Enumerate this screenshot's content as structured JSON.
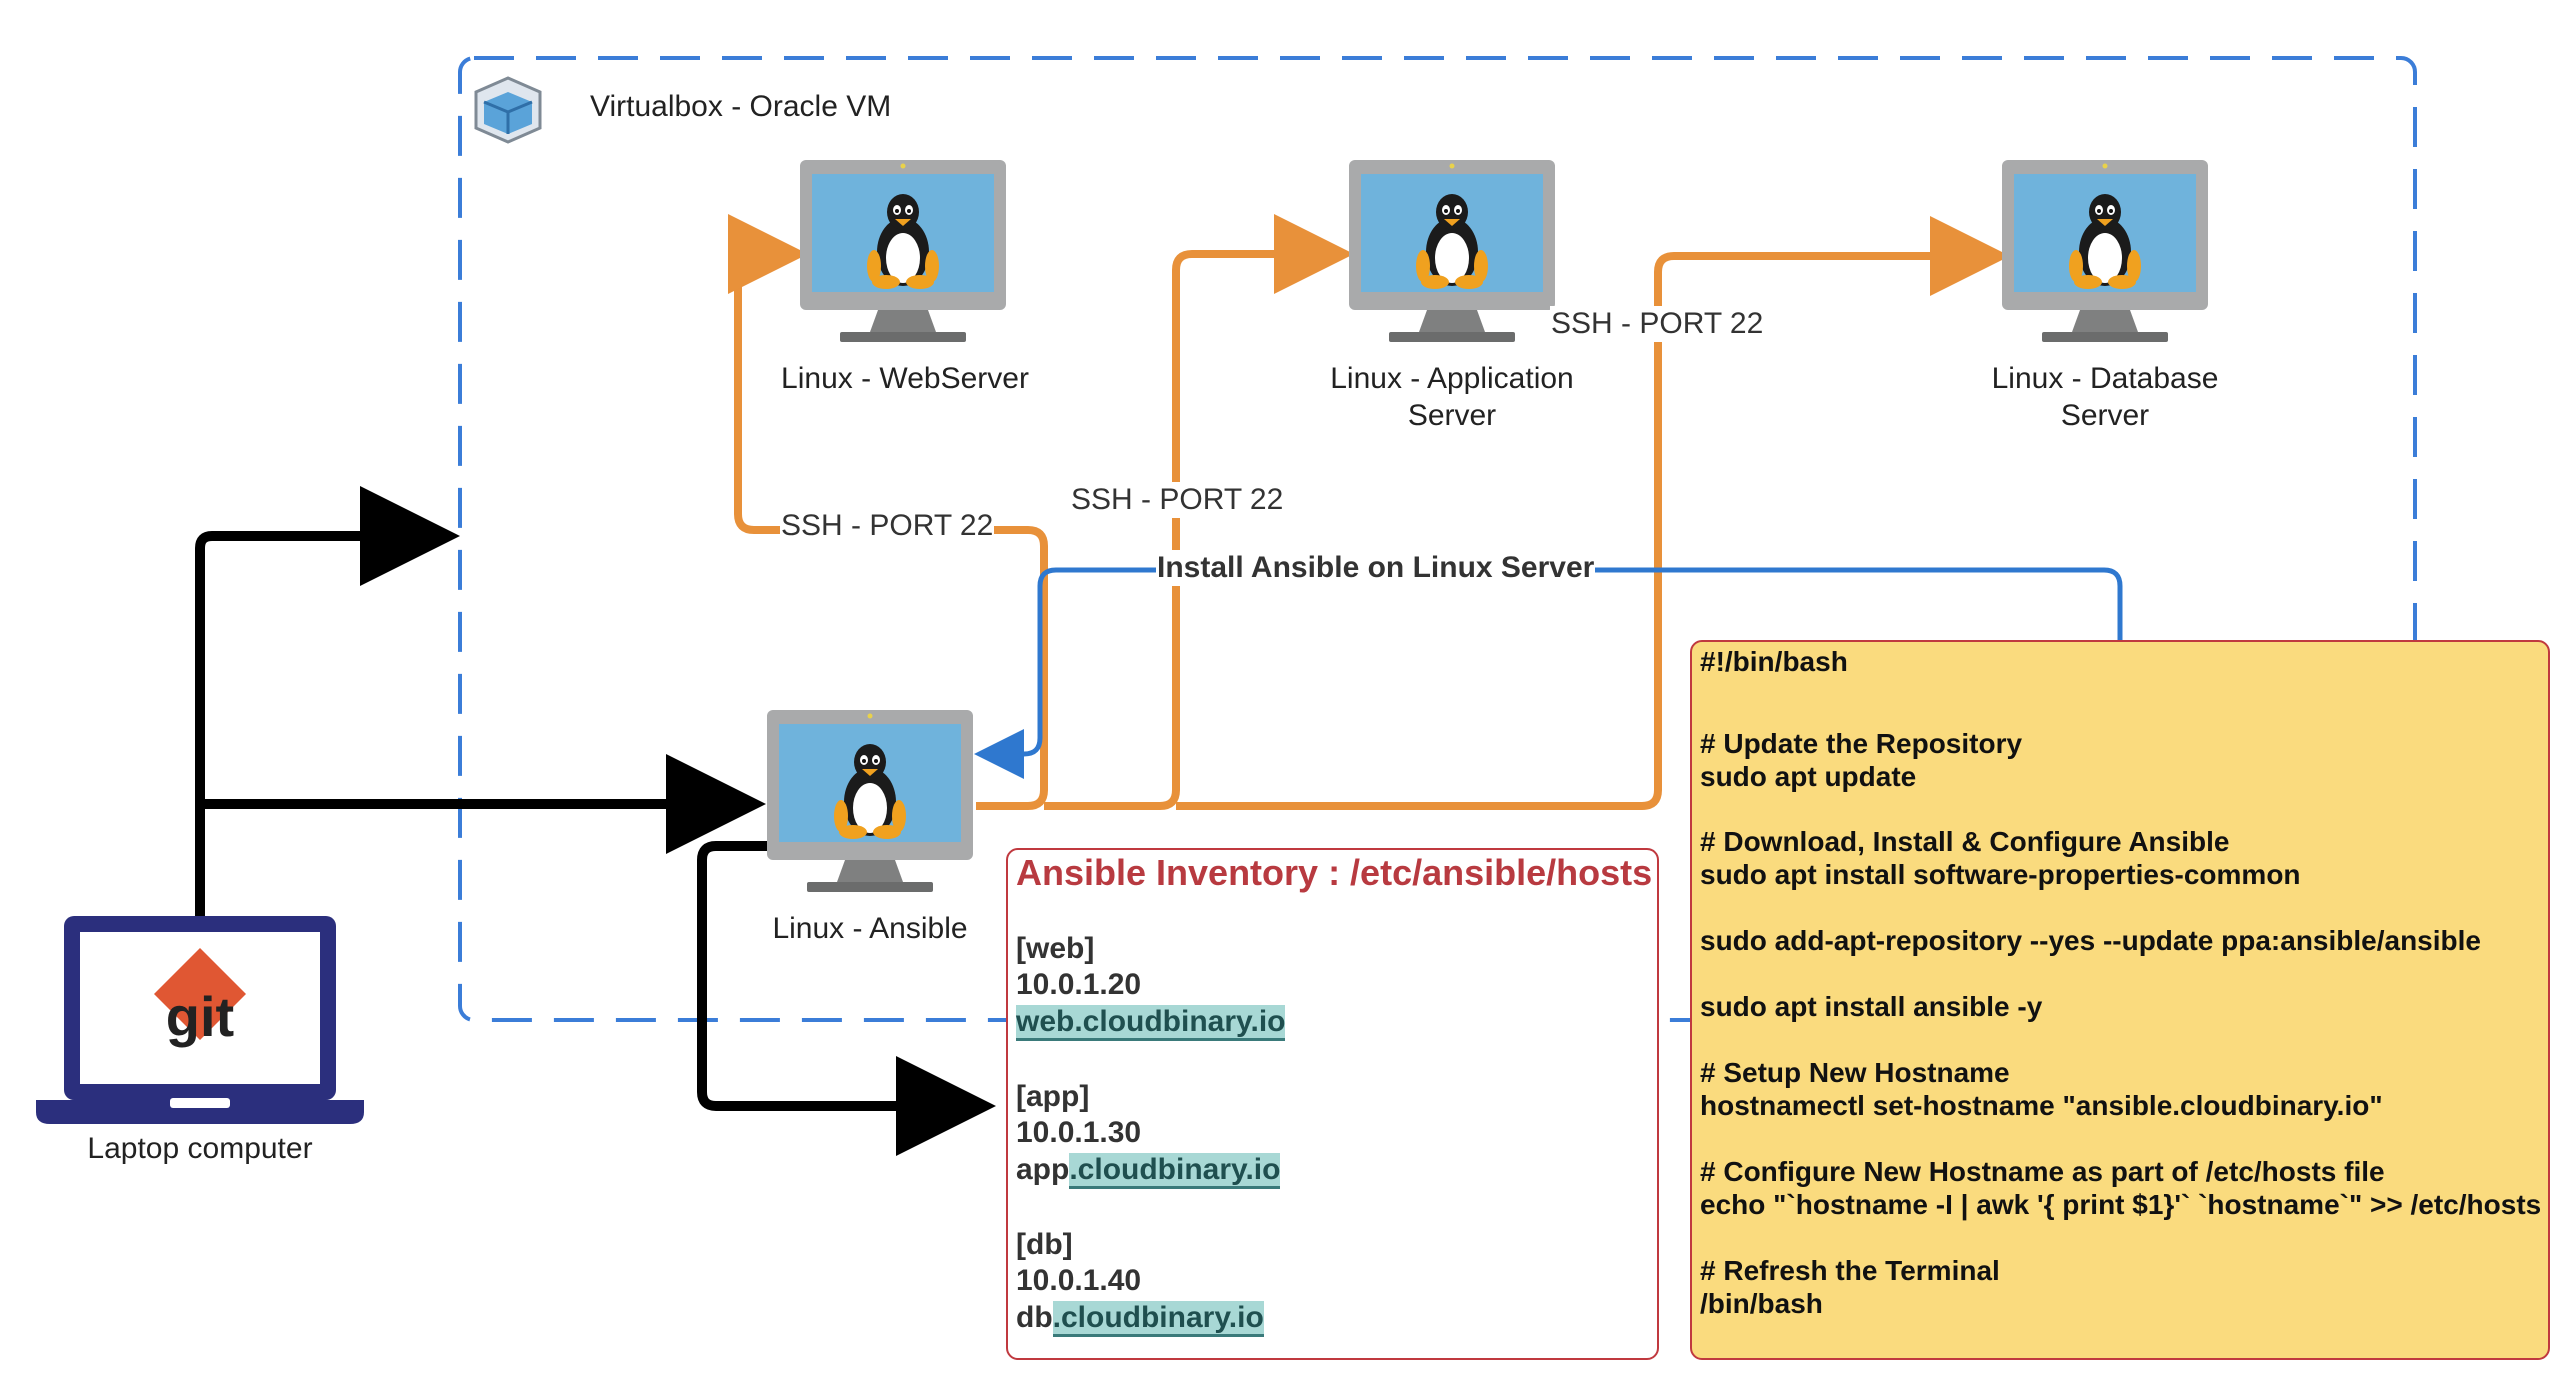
{
  "vm_box": {
    "title": "Virtualbox - Oracle VM",
    "icon": "virtualbox-cube-icon",
    "border_color": "#3b7dd8"
  },
  "nodes": {
    "webserver": {
      "label": "Linux - WebServer",
      "icon": "linux-monitor-icon"
    },
    "appserver": {
      "label_line1": "Linux - Application",
      "label_line2": "Server",
      "icon": "linux-monitor-icon"
    },
    "dbserver": {
      "label_line1": "Linux - Database",
      "label_line2": "Server",
      "icon": "linux-monitor-icon"
    },
    "ansible": {
      "label": "Linux - Ansible",
      "icon": "linux-monitor-icon"
    },
    "laptop": {
      "label": "Laptop computer",
      "icon": "laptop-git-icon",
      "logo_text": "git"
    }
  },
  "edges": {
    "ssh_web": "SSH - PORT 22",
    "ssh_app": "SSH - PORT 22",
    "ssh_db": "SSH - PORT 22",
    "install": "Install Ansible on Linux Server"
  },
  "colors": {
    "ssh": "#e8913a",
    "install": "#2f78cf",
    "laptop_arrows": "#000000",
    "inventory_border": "#c0393f",
    "script_bg": "#fadb7e"
  },
  "inventory": {
    "title": "Ansible Inventory : /etc/ansible/hosts",
    "web_group": "[web]",
    "web_ip": "10.0.1.20",
    "web_host": "web.cloudbinary.io",
    "app_group": "[app]",
    "app_ip": "10.0.1.30",
    "app_host_prefix": "app",
    "app_host_suffix": ".cloudbinary.io",
    "db_group": "[db]",
    "db_ip": "10.0.1.40",
    "db_host_prefix": "db",
    "db_host_suffix": ".cloudbinary.io"
  },
  "script": [
    "#!/bin/bash",
    "# Update the Repository",
    "sudo apt update",
    "# Download, Install & Configure Ansible",
    "sudo apt install software-properties-common",
    "sudo add-apt-repository --yes --update ppa:ansible/ansible",
    "sudo apt install ansible -y",
    "# Setup New Hostname",
    "hostnamectl set-hostname \"ansible.cloudbinary.io\"",
    "# Configure New Hostname as part of /etc/hosts file",
    "echo \"`hostname -I | awk '{ print $1}'` `hostname`\" >> /etc/hosts",
    "# Refresh the Terminal",
    "/bin/bash"
  ]
}
